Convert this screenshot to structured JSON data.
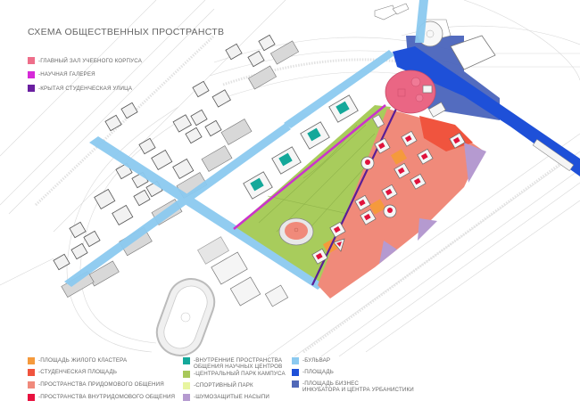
{
  "title": "СХЕМА ОБЩЕСТВЕННЫХ ПРОСТРАНСТВ",
  "top_legend": [
    {
      "label": "-ГЛАВНЫЙ ЗАЛ УЧЕБНОГО КОРПУСА",
      "color": "#ee6e8a"
    },
    {
      "label": "-НАУЧНАЯ ГАЛЕРЕЯ",
      "color": "#d62ad8"
    },
    {
      "label": "-КРЫТАЯ СТУДЕНЧЕСКАЯ УЛИЦА",
      "color": "#6a1fa0"
    }
  ],
  "bottom_legend": {
    "col1": [
      {
        "label": "-ПЛОЩАДЬ ЖИЛОГО КЛАСТЕРА",
        "color": "#f59a3c"
      },
      {
        "label": "-СТУДЕНЧЕСКАЯ ПЛОЩАДЬ",
        "color": "#f0543e"
      },
      {
        "label": "-ПРОСТРАНСТВА ПРИДОМОВОГО ОБЩЕНИЯ",
        "color": "#f08a7c"
      },
      {
        "label": "-ПРОСТРАНСТВА ВНУТРИДОМОВОГО ОБЩЕНИЯ",
        "color": "#e8123f"
      }
    ],
    "col2": [
      {
        "label": "-ВНУТРЕННИЕ ПРОСТРАНСТВА",
        "label2": "ОБЩЕНИЯ НАУЧНЫХ ЦЕНТРОВ",
        "color": "#14a89a"
      },
      {
        "label": "-ЦЕНТРАЛЬНЫЙ ПАРК КАМПУСА",
        "color": "#a8c85a"
      },
      {
        "label": "-СПОРТИВНЫЙ ПАРК",
        "color": "#e8f5a0"
      },
      {
        "label": "-ШУМОЗАЩИТЫЕ НАСЫПИ",
        "color": "#b59ad0"
      }
    ],
    "col3": [
      {
        "label": "-БУЛЬВАР",
        "color": "#8ccaf0"
      },
      {
        "label": "-ПЛОЩАДЬ",
        "color": "#1e50d8"
      },
      {
        "label": "-ПЛОЩАДЬ БИЗНЕС",
        "label2": "ИНКУБАТОРА И ЦЕНТРА УРБАНИСТИКИ",
        "color": "#5068b8"
      }
    ]
  },
  "map": {
    "colors": {
      "boulevard": "#8ccaf0",
      "square": "#1e50d8",
      "business_square": "#4a64bc",
      "park": "#a8cc5c",
      "main_hall": "#ea6684",
      "gallery": "#cc33cc",
      "student_street": "#5a1e96",
      "courtyard": "#f08a7a",
      "student_square": "#f0543e",
      "cluster_square": "#f59a3c",
      "inner_house": "#e0123c",
      "science_inner": "#14a89a",
      "noise_berm": "#b59ad0",
      "lines": "#cfcfcf",
      "building": "#f4f4f4",
      "building_shade": "#7a7a7a"
    }
  }
}
